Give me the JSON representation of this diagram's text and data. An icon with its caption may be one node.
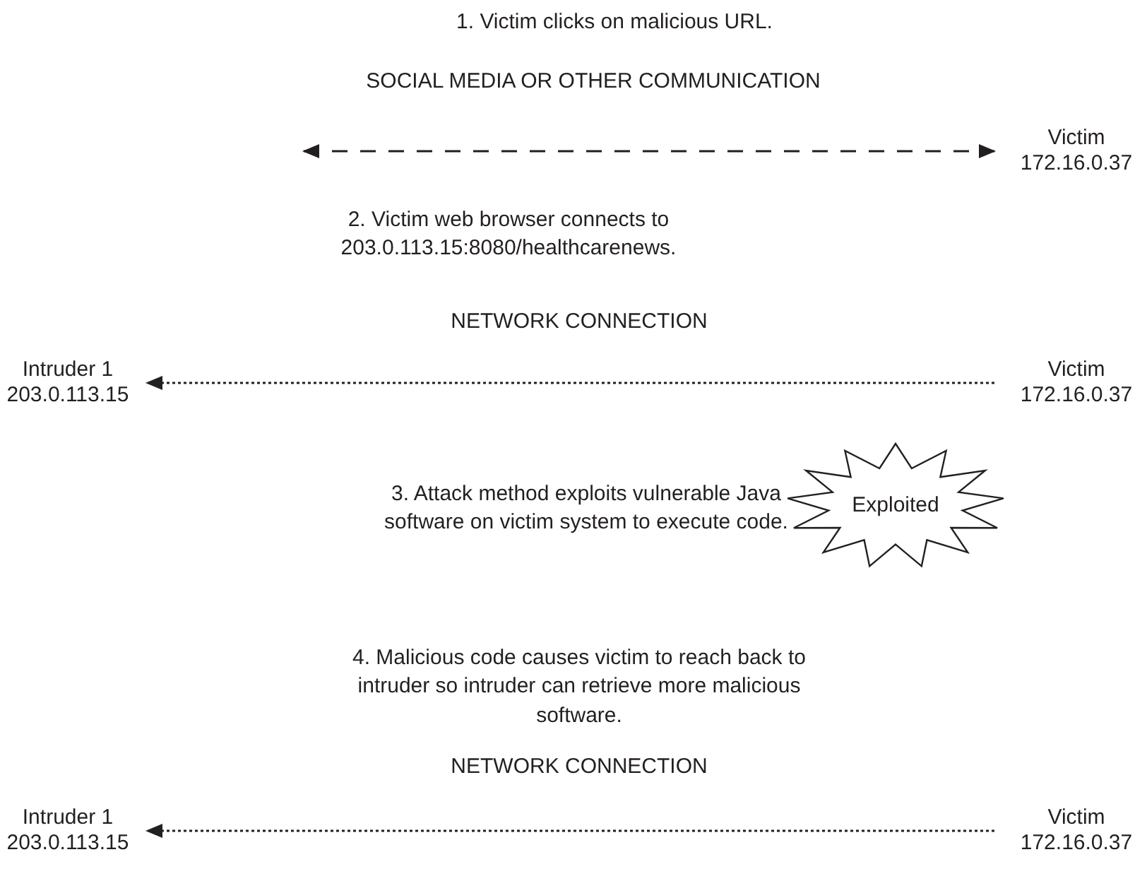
{
  "diagram": {
    "nodes": [
      {
        "text": [
          "Victim",
          "172.16.0.37"
        ]
      },
      {
        "text": [
          "Intruder 1",
          "203.0.113.15"
        ]
      },
      {
        "text": [
          "Victim",
          "172.16.0.37"
        ]
      },
      {
        "text": [
          "Exploited"
        ]
      },
      {
        "text": [
          "Intruder 1",
          "203.0.113.15"
        ]
      },
      {
        "text": [
          "Victim",
          "172.16.0.37"
        ]
      }
    ],
    "edges": [
      {
        "from": null,
        "to": 0,
        "arrow": "both",
        "style": "dashed"
      },
      {
        "from": 2,
        "to": 1,
        "arrow": "to"
      },
      {
        "from": 5,
        "to": 4,
        "arrow": "to"
      }
    ],
    "labels": [
      "1. Victim clicks on malicious URL.",
      "SOCIAL MEDIA OR OTHER COMMUNICATION",
      "2. Victim web browser connects to 203.0.113.15:8080/healthcarenews.",
      "NETWORK CONNECTION",
      "3. Attack method exploits vulnerable Java software on victim system to execute code.",
      "4. Malicious code causes victim to reach back to intruder so intruder can retrieve more malicious software.",
      "NETWORK CONNECTION"
    ]
  }
}
